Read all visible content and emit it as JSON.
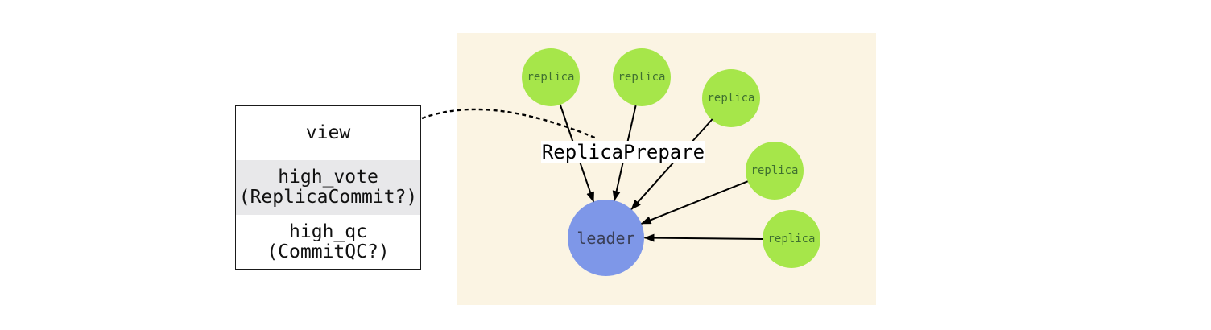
{
  "state_table": {
    "rows": [
      {
        "lines": [
          "view"
        ],
        "highlighted": false
      },
      {
        "lines": [
          "high_vote",
          "(ReplicaCommit?)"
        ],
        "highlighted": true
      },
      {
        "lines": [
          "high_qc",
          "(CommitQC?)"
        ],
        "highlighted": false
      }
    ]
  },
  "diagram": {
    "message_label": "ReplicaPrepare",
    "nodes": [
      {
        "id": "replica-1",
        "label": "replica"
      },
      {
        "id": "replica-2",
        "label": "replica"
      },
      {
        "id": "replica-3",
        "label": "replica"
      },
      {
        "id": "replica-4",
        "label": "replica"
      },
      {
        "id": "replica-5",
        "label": "replica"
      },
      {
        "id": "leader",
        "label": "leader"
      }
    ],
    "edges": [
      {
        "from": "replica-1",
        "to": "leader",
        "style": "solid-arrow"
      },
      {
        "from": "replica-2",
        "to": "leader",
        "style": "solid-arrow"
      },
      {
        "from": "replica-3",
        "to": "leader",
        "style": "solid-arrow"
      },
      {
        "from": "replica-4",
        "to": "leader",
        "style": "solid-arrow"
      },
      {
        "from": "replica-5",
        "to": "leader",
        "style": "solid-arrow"
      },
      {
        "from": "state-table",
        "to": "message-label",
        "style": "dashed-curve"
      }
    ],
    "colors": {
      "panel_bg": "#fbf4e3",
      "replica_fill": "#a6e64a",
      "replica_text": "#3f7030",
      "leader_fill": "#7e97e8",
      "leader_text": "#3a3f58",
      "highlight_row_bg": "#e8e8ea",
      "arrow_color": "#000000",
      "label_bg": "#ffffff"
    }
  }
}
